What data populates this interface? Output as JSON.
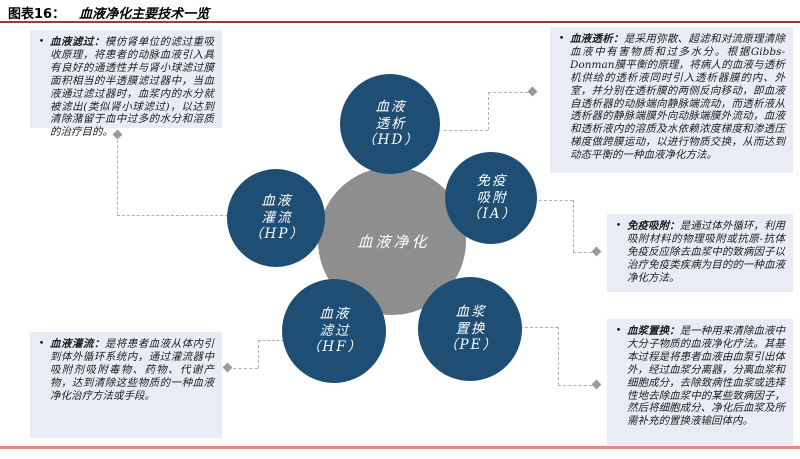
{
  "figure": {
    "label": "图表16：",
    "title": "血液净化主要技术一览"
  },
  "bullet_char": "•",
  "diagram": {
    "center_label": "血液净化",
    "nodes": [
      {
        "name": "hemodialysis",
        "lines": [
          "血液",
          "透析",
          "（HD）"
        ]
      },
      {
        "name": "immunoadsorption",
        "lines": [
          "免疫",
          "吸附",
          "（IA）"
        ]
      },
      {
        "name": "plasma-exchange",
        "lines": [
          "血浆",
          "置换",
          "（PE）"
        ]
      },
      {
        "name": "hemofiltration",
        "lines": [
          "血液",
          "滤过",
          "（HF）"
        ]
      },
      {
        "name": "hemoperfusion",
        "lines": [
          "血液",
          "灌流",
          "（HP）"
        ]
      }
    ]
  },
  "notes": [
    {
      "term": "血液滤过：",
      "desc": "模仿肾单位的滤过重吸收原理，将患者的动脉血液引入具有良好的通透性并与肾小球滤过膜面积相当的半透膜滤过器中，当血液通过滤过器时，血浆内的水分就被滤出(类似肾小球滤过)，以达到清除潴留于血中过多的水分和溶质的治疗目的。"
    },
    {
      "term": "血液透析：",
      "desc": "是采用弥散、超滤和对流原理清除血液中有害物质和过多水分。根据Gibbs-Donman膜平衡的原理，将病人的血液与透析机供给的透析液同时引入透析器膜的内、外室，并分别在透析膜的两侧反向移动，即血液自透析器的动脉端向静脉端流动，而透析液从透析器的静脉端膜外向动脉端膜外流动，血液和透析液内的溶质及水依赖浓度梯度和渗透压梯度做跨膜运动，以进行物质交换，从而达到动态平衡的一种血液净化方法。"
    },
    {
      "term": "免疫吸附：",
      "desc": "是通过体外循环，利用吸附材料的物理吸附或抗原-抗体免疫反应除去血浆中的致病因子以治疗免疫类疾病为目的的一种血液净化方法。"
    },
    {
      "term": "血浆置换：",
      "desc": "是一种用来清除血液中大分子物质的血液净化疗法。其基本过程是将患者血液由血泵引出体外，经过血浆分离器，分离血浆和细胞成分，去除致病性血浆或选择性地去除血浆中的某些致病因子，然后将细胞成分、净化后血浆及所需补充的置换液输回体内。"
    },
    {
      "term": "血液灌流：",
      "desc": "是将患者血液从体内引到体外循环系统内，通过灌流器中吸附剂吸附毒物、药物、代谢产物，达到清除这些物质的一种血液净化治疗方法或手段。"
    }
  ],
  "colors": {
    "node_blue": "#1F4E74",
    "center_gray": "#8E8E8E",
    "box_bg": "#E9ECF4",
    "title_rule": "#9E3B32",
    "footer_rule": "#E0897E",
    "connector": "#B0B0B0"
  }
}
